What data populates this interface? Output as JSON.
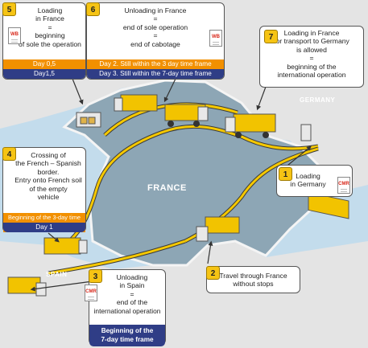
{
  "map": {
    "countries": {
      "france": "FRANCE",
      "germany": "GERMANY",
      "spain": "SPAIN"
    }
  },
  "callouts": {
    "c1": {
      "num": "1",
      "lines": [
        "Loading",
        "in Germany"
      ],
      "doc": "CMR"
    },
    "c2": {
      "num": "2",
      "lines": [
        "Travel through France",
        "without stops"
      ]
    },
    "c3": {
      "num": "3",
      "lines": [
        "Unloading",
        "in Spain",
        "=",
        "end of the",
        "international operation"
      ],
      "doc": "CMR",
      "bar_lines": [
        "Beginning of the",
        "7-day time frame"
      ]
    },
    "c4": {
      "num": "4",
      "lines": [
        "Crossing of",
        "the French – Spanish",
        "border.",
        "Entry onto French soil",
        "of the empty",
        "vehicle"
      ],
      "bar_orange": "Beginning of the 3-day time frame",
      "bar_navy": "Day 1"
    },
    "c5": {
      "num": "5",
      "lines": [
        "Loading",
        "in France",
        "=",
        "beginning",
        "of sole the operation"
      ],
      "doc": "WB",
      "bar_orange": "Day 0,5",
      "bar_navy": "Day1,5"
    },
    "c6": {
      "num": "6",
      "lines": [
        "Unloading in France",
        "=",
        "end of sole operation",
        "=",
        "end of cabotage"
      ],
      "doc": "WB",
      "bar_orange": "Day 2. Still within the 3 day time frame",
      "bar_navy": "Day 3. Still within the 7-day time frame"
    },
    "c7": {
      "num": "7",
      "lines": [
        "Loading in France",
        "for transport to Germany",
        "is allowed",
        "=",
        "beginning of the",
        "international operation"
      ]
    }
  },
  "colors": {
    "sea": "#c3dcec",
    "land_border": "#dcdcdc",
    "france": "#8da6b5",
    "route": "#f5c800",
    "orange": "#f29000",
    "navy": "#2f3d86",
    "badge": "#f6c414"
  }
}
